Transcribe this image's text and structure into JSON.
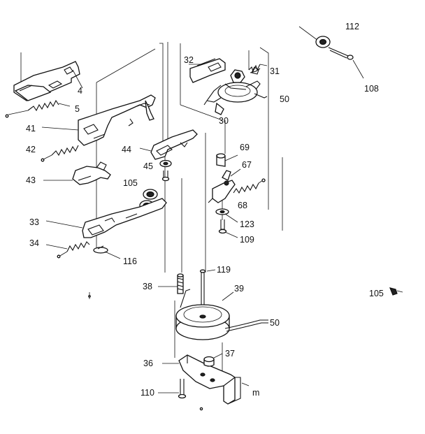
{
  "callouts": [
    {
      "id": "c112",
      "text": "112"
    },
    {
      "id": "c108",
      "text": "108"
    },
    {
      "id": "c32",
      "text": "32"
    },
    {
      "id": "c31",
      "text": "31"
    },
    {
      "id": "c50a",
      "text": "50"
    },
    {
      "id": "c30",
      "text": "30"
    },
    {
      "id": "c4",
      "text": "4"
    },
    {
      "id": "c5",
      "text": "5"
    },
    {
      "id": "c41",
      "text": "41"
    },
    {
      "id": "c42",
      "text": "42"
    },
    {
      "id": "c44",
      "text": "44"
    },
    {
      "id": "c45",
      "text": "45"
    },
    {
      "id": "c105a",
      "text": "105"
    },
    {
      "id": "c43",
      "text": "43"
    },
    {
      "id": "c69",
      "text": "69"
    },
    {
      "id": "c67",
      "text": "67"
    },
    {
      "id": "c68",
      "text": "68"
    },
    {
      "id": "c123",
      "text": "123"
    },
    {
      "id": "c109",
      "text": "109"
    },
    {
      "id": "c33",
      "text": "33"
    },
    {
      "id": "c34",
      "text": "34"
    },
    {
      "id": "c116",
      "text": "116"
    },
    {
      "id": "c119",
      "text": "119"
    },
    {
      "id": "c38",
      "text": "38"
    },
    {
      "id": "c39",
      "text": "39"
    },
    {
      "id": "c105b",
      "text": "105"
    },
    {
      "id": "c50b",
      "text": "50"
    },
    {
      "id": "c37",
      "text": "37"
    },
    {
      "id": "c36",
      "text": "36"
    },
    {
      "id": "c110",
      "text": "110"
    },
    {
      "id": "cm",
      "text": "m"
    }
  ]
}
